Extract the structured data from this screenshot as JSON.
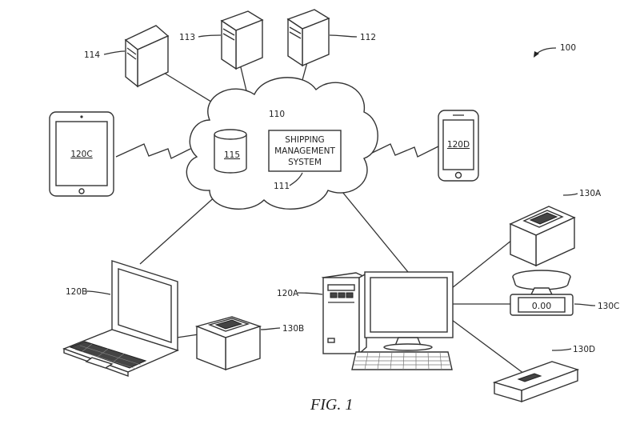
{
  "figure": {
    "caption": "FIG. 1",
    "system_ref": "100",
    "network_ref": "110",
    "database_ref": "115",
    "sms_box_lines": [
      "SHIPPING",
      "MANAGEMENT",
      "SYSTEM"
    ],
    "sms_ref": "111",
    "servers": [
      "112",
      "113",
      "114"
    ],
    "tablet_label": "120C",
    "phone_label": "120D",
    "laptop_ref": "120B",
    "desktop_ref": "120A",
    "printer_laptop_ref": "130B",
    "printer_desktop_ref": "130A",
    "scale_ref": "130C",
    "scale_display": "0.00",
    "device_130d_ref": "130D"
  }
}
